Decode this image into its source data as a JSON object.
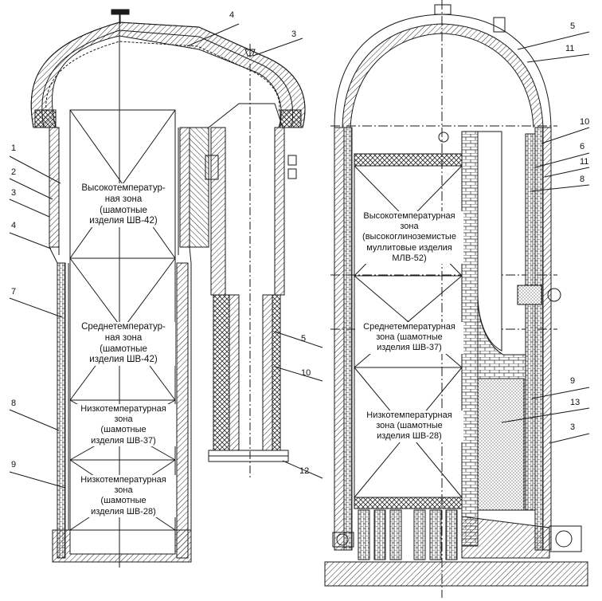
{
  "colors": {
    "stroke": "#1a1a1a",
    "hatch": "#2b2b2b",
    "background": "#ffffff"
  },
  "left": {
    "callouts": [
      "1",
      "2",
      "3",
      "4",
      "7",
      "8",
      "9"
    ],
    "top_callouts": [
      "4",
      "3"
    ],
    "right_callouts": [
      "5",
      "10",
      "12"
    ],
    "zones": [
      "Высокотемператур-\nная зона\n(шамотные\nизделия ШВ-42)",
      "Среднетемператур-\nная зона\n(шамотные\nизделия ШВ-42)",
      "Низкотемпературная\nзона\n(шамотные\nизделия ШВ-37)",
      "Низкотемпературная\nзона\n(шамотные\nизделия ШВ-28)"
    ]
  },
  "right": {
    "callouts": [
      "5",
      "11",
      "10",
      "6",
      "11",
      "8",
      "9",
      "13",
      "3"
    ],
    "zones": [
      "Высокотемпературная\nзона\n(высокоглиноземистые\nмуллитовые изделия\nМЛВ-52)",
      "Среднетемпературная\nзона (шамотные\nизделия ШВ-37)",
      "Низкотемпературная\nзона (шамотные\nизделия ШВ-28)"
    ]
  }
}
